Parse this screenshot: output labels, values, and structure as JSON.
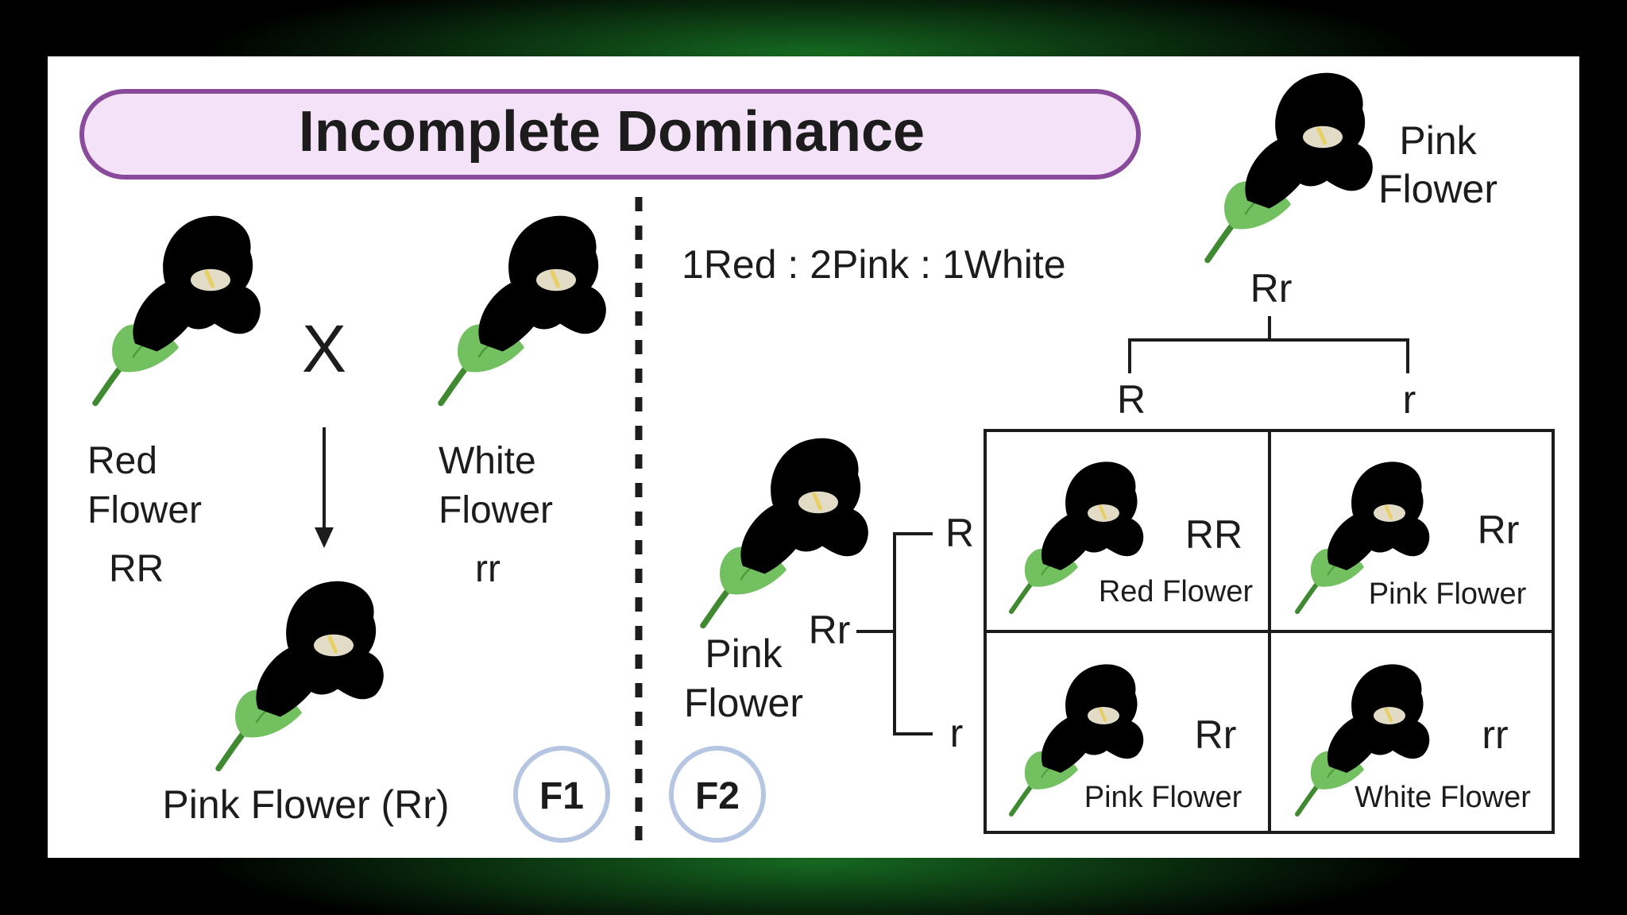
{
  "title": "Incomplete Dominance",
  "cross_symbol": "X",
  "parents": {
    "red": {
      "label_line1": "Red",
      "label_line2": "Flower",
      "genotype": "RR"
    },
    "white": {
      "label_line1": "White",
      "label_line2": "Flower",
      "genotype": "rr"
    }
  },
  "f1": {
    "offspring_label": "Pink Flower (Rr)",
    "badge": "F1"
  },
  "f2": {
    "badge": "F2",
    "ratio": "1Red : 2Pink : 1White",
    "top_parent": {
      "label_line1": "Pink",
      "label_line2": "Flower",
      "genotype": "Rr",
      "gamete_left": "R",
      "gamete_right": "r"
    },
    "side_parent": {
      "label_line1": "Pink",
      "label_line2": "Flower",
      "genotype": "Rr",
      "gamete_top": "R",
      "gamete_bottom": "r"
    },
    "cells": [
      {
        "genotype": "RR",
        "phenotype": "Red Flower",
        "color": "red"
      },
      {
        "genotype": "Rr",
        "phenotype": "Pink Flower",
        "color": "pink"
      },
      {
        "genotype": "Rr",
        "phenotype": "Pink Flower",
        "color": "pink"
      },
      {
        "genotype": "rr",
        "phenotype": "White Flower",
        "color": "white"
      }
    ]
  },
  "colors": {
    "title_fill": "#f4e2f8",
    "title_border": "#8a4a9c",
    "badge_fill": "#ffffff",
    "badge_border": "#b6c6e2",
    "red_petal": "#e0484a",
    "red_dark": "#c0302f",
    "pink_petal": "#dc9ce6",
    "pink_dark": "#c67ad3",
    "white_petal": "#f0ead4",
    "white_dark": "#ddd3b0",
    "sepal": "#72c060",
    "stem": "#3f8a30"
  }
}
